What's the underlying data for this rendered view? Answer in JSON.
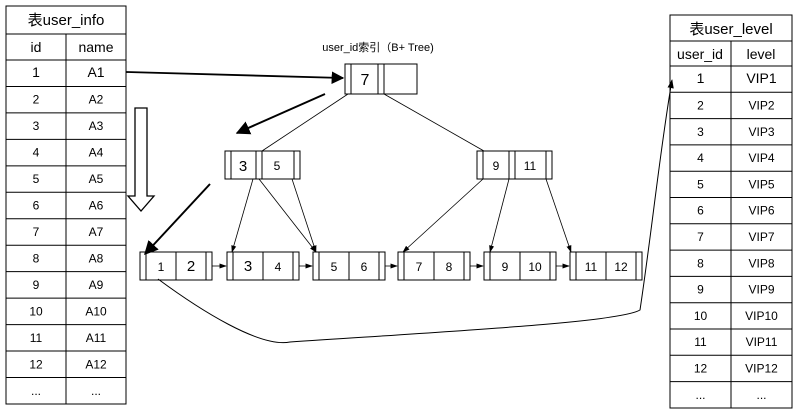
{
  "user_info_table": {
    "title": "表user_info",
    "headers": [
      "id",
      "name"
    ],
    "rows": [
      [
        "1",
        "A1"
      ],
      [
        "2",
        "A2"
      ],
      [
        "3",
        "A3"
      ],
      [
        "4",
        "A4"
      ],
      [
        "5",
        "A5"
      ],
      [
        "6",
        "A6"
      ],
      [
        "7",
        "A7"
      ],
      [
        "8",
        "A8"
      ],
      [
        "9",
        "A9"
      ],
      [
        "10",
        "A10"
      ],
      [
        "11",
        "A11"
      ],
      [
        "12",
        "A12"
      ],
      [
        "...",
        "..."
      ]
    ]
  },
  "user_level_table": {
    "title": "表user_level",
    "headers": [
      "user_id",
      "level"
    ],
    "rows": [
      [
        "1",
        "VIP1"
      ],
      [
        "2",
        "VIP2"
      ],
      [
        "3",
        "VIP3"
      ],
      [
        "4",
        "VIP4"
      ],
      [
        "5",
        "VIP5"
      ],
      [
        "6",
        "VIP6"
      ],
      [
        "7",
        "VIP7"
      ],
      [
        "8",
        "VIP8"
      ],
      [
        "9",
        "VIP9"
      ],
      [
        "10",
        "VIP10"
      ],
      [
        "11",
        "VIP11"
      ],
      [
        "12",
        "VIP12"
      ],
      [
        "...",
        "..."
      ]
    ]
  },
  "index_tree": {
    "label": "user_id索引（B+ Tree)",
    "root": [
      "7"
    ],
    "internal": [
      [
        "3",
        "5"
      ],
      [
        "9",
        "11"
      ]
    ],
    "leaves": [
      [
        "1",
        "2"
      ],
      [
        "3",
        "4"
      ],
      [
        "5",
        "6"
      ],
      [
        "7",
        "8"
      ],
      [
        "9",
        "10"
      ],
      [
        "11",
        "12"
      ]
    ]
  }
}
